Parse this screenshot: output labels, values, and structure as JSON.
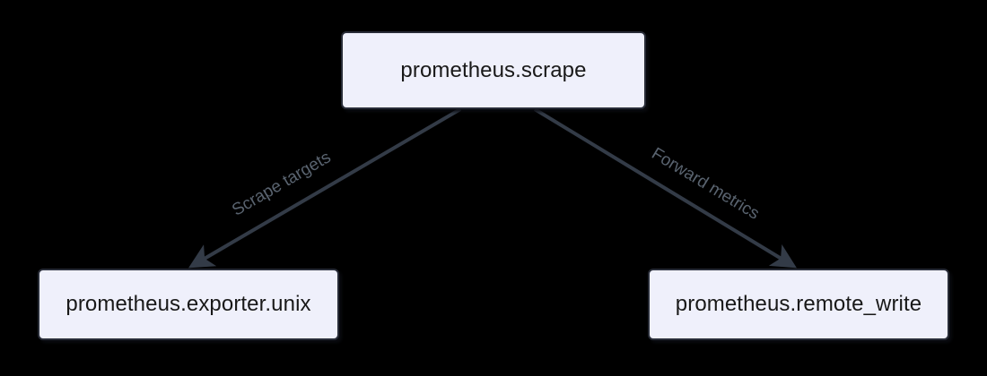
{
  "diagram": {
    "type": "flow-diagram",
    "background_color": "#000000",
    "node_fill_color": "#eff0fb",
    "node_border_color": "#282c37",
    "node_text_color": "#191919",
    "edge_color": "#333b47",
    "edge_label_color": "#59636f",
    "nodes": [
      {
        "id": "scrape",
        "label": "prometheus.scrape"
      },
      {
        "id": "exporter",
        "label": "prometheus.exporter.unix"
      },
      {
        "id": "remote_write",
        "label": "prometheus.remote_write"
      }
    ],
    "edges": [
      {
        "id": "scrape-to-exporter",
        "from": "scrape",
        "to": "exporter",
        "label": "Scrape targets"
      },
      {
        "id": "scrape-to-remote-write",
        "from": "scrape",
        "to": "remote_write",
        "label": "Forward metrics"
      }
    ]
  }
}
